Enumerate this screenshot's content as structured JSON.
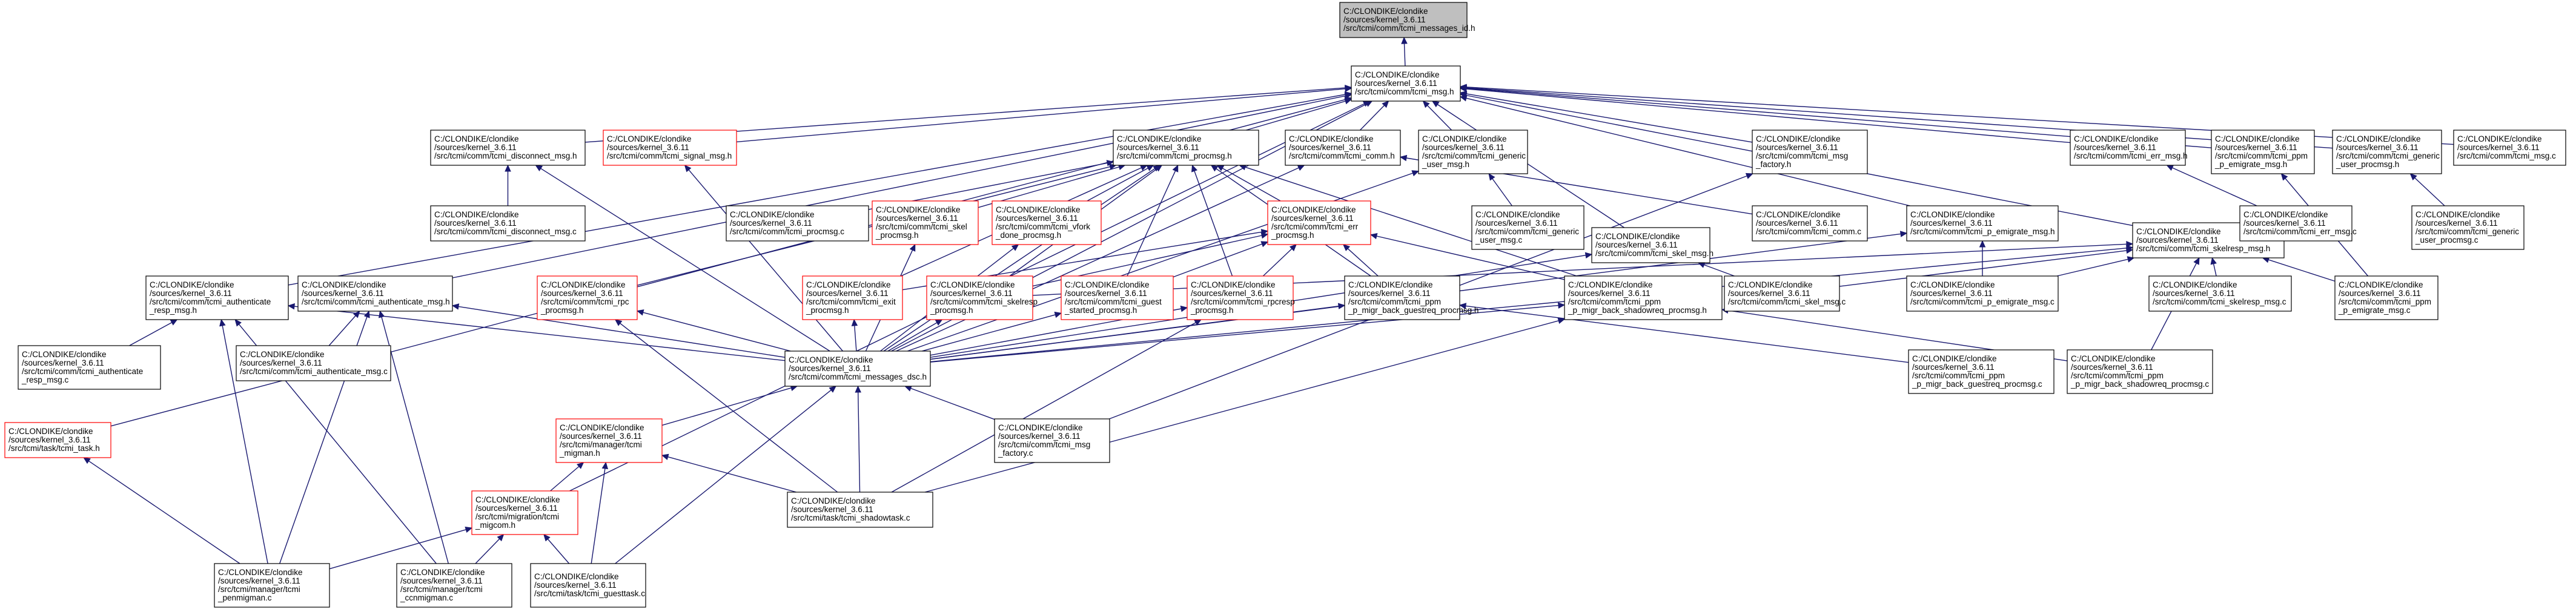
{
  "colors": {
    "edge": "#191970",
    "node_border": "#000000",
    "node_border_incomplete": "#ff0000",
    "root_fill": "#bfbfbf",
    "node_fill": "#ffffff"
  },
  "nodes": [
    {
      "id": "n0",
      "lines": [
        "C:/CLONDIKE/clondike",
        "/sources/kernel_3.6.11",
        "/src/tcmi/comm/tcmi_messages_id.h"
      ],
      "style": "root"
    },
    {
      "id": "n1",
      "lines": [
        "C:/CLONDIKE/clondike",
        "/sources/kernel_3.6.11",
        "/src/tcmi/comm/tcmi_msg.h"
      ],
      "style": "normal"
    },
    {
      "id": "n2",
      "lines": [
        "C:/CLONDIKE/clondike",
        "/sources/kernel_3.6.11",
        "/src/tcmi/comm/tcmi_disconnect_msg.h"
      ],
      "style": "normal"
    },
    {
      "id": "n3",
      "lines": [
        "C:/CLONDIKE/clondike",
        "/sources/kernel_3.6.11",
        "/src/tcmi/comm/tcmi_signal_msg.h"
      ],
      "style": "red"
    },
    {
      "id": "n4",
      "lines": [
        "C:/CLONDIKE/clondike",
        "/sources/kernel_3.6.11",
        "/src/tcmi/comm/tcmi_procmsg.h"
      ],
      "style": "normal"
    },
    {
      "id": "n5",
      "lines": [
        "C:/CLONDIKE/clondike",
        "/sources/kernel_3.6.11",
        "/src/tcmi/comm/tcmi_comm.h"
      ],
      "style": "normal"
    },
    {
      "id": "n6",
      "lines": [
        "C:/CLONDIKE/clondike",
        "/sources/kernel_3.6.11",
        "/src/tcmi/comm/tcmi_generic",
        "_user_msg.h"
      ],
      "style": "normal"
    },
    {
      "id": "n7",
      "lines": [
        "C:/CLONDIKE/clondike",
        "/sources/kernel_3.6.11",
        "/src/tcmi/comm/tcmi_msg",
        "_factory.h"
      ],
      "style": "normal"
    },
    {
      "id": "n8",
      "lines": [
        "C:/CLONDIKE/clondike",
        "/sources/kernel_3.6.11",
        "/src/tcmi/comm/tcmi_err_msg.h"
      ],
      "style": "normal"
    },
    {
      "id": "n9",
      "lines": [
        "C:/CLONDIKE/clondike",
        "/sources/kernel_3.6.11",
        "/src/tcmi/comm/tcmi_ppm",
        "_p_emigrate_msg.h"
      ],
      "style": "normal"
    },
    {
      "id": "n10",
      "lines": [
        "C:/CLONDIKE/clondike",
        "/sources/kernel_3.6.11",
        "/src/tcmi/comm/tcmi_generic",
        "_user_procmsg.h"
      ],
      "style": "normal"
    },
    {
      "id": "n11",
      "lines": [
        "C:/CLONDIKE/clondike",
        "/sources/kernel_3.6.11",
        "/src/tcmi/comm/tcmi_msg.c"
      ],
      "style": "normal"
    },
    {
      "id": "n12",
      "lines": [
        "C:/CLONDIKE/clondike",
        "/sources/kernel_3.6.11",
        "/src/tcmi/comm/tcmi_disconnect_msg.c"
      ],
      "style": "normal"
    },
    {
      "id": "n13",
      "lines": [
        "C:/CLONDIKE/clondike",
        "/sources/kernel_3.6.11",
        "/src/tcmi/comm/tcmi_procmsg.c"
      ],
      "style": "normal"
    },
    {
      "id": "n14",
      "lines": [
        "C:/CLONDIKE/clondike",
        "/sources/kernel_3.6.11",
        "/src/tcmi/comm/tcmi_skel",
        "_procmsg.h"
      ],
      "style": "red"
    },
    {
      "id": "n15",
      "lines": [
        "C:/CLONDIKE/clondike",
        "/sources/kernel_3.6.11",
        "/src/tcmi/comm/tcmi_vfork",
        "_done_procmsg.h"
      ],
      "style": "red"
    },
    {
      "id": "n16",
      "lines": [
        "C:/CLONDIKE/clondike",
        "/sources/kernel_3.6.11",
        "/src/tcmi/comm/tcmi_err",
        "_procmsg.h"
      ],
      "style": "red"
    },
    {
      "id": "n17",
      "lines": [
        "C:/CLONDIKE/clondike",
        "/sources/kernel_3.6.11",
        "/src/tcmi/comm/tcmi_generic",
        "_user_msg.c"
      ],
      "style": "normal"
    },
    {
      "id": "n18",
      "lines": [
        "C:/CLONDIKE/clondike",
        "/sources/kernel_3.6.11",
        "/src/tcmi/comm/tcmi_skel_msg.h"
      ],
      "style": "normal"
    },
    {
      "id": "n19",
      "lines": [
        "C:/CLONDIKE/clondike",
        "/sources/kernel_3.6.11",
        "/src/tcmi/comm/tcmi_comm.c"
      ],
      "style": "normal"
    },
    {
      "id": "n20",
      "lines": [
        "C:/CLONDIKE/clondike",
        "/sources/kernel_3.6.11",
        "/src/tcmi/comm/tcmi_p_emigrate_msg.h"
      ],
      "style": "normal"
    },
    {
      "id": "n21",
      "lines": [
        "C:/CLONDIKE/clondike",
        "/sources/kernel_3.6.11",
        "/src/tcmi/comm/tcmi_skelresp_msg.h"
      ],
      "style": "normal"
    },
    {
      "id": "n22",
      "lines": [
        "C:/CLONDIKE/clondike",
        "/sources/kernel_3.6.11",
        "/src/tcmi/comm/tcmi_err_msg.c"
      ],
      "style": "normal"
    },
    {
      "id": "n23",
      "lines": [
        "C:/CLONDIKE/clondike",
        "/sources/kernel_3.6.11",
        "/src/tcmi/comm/tcmi_generic",
        "_user_procmsg.c"
      ],
      "style": "normal"
    },
    {
      "id": "n24",
      "lines": [
        "C:/CLONDIKE/clondike",
        "/sources/kernel_3.6.11",
        "/src/tcmi/comm/tcmi_authenticate",
        "_resp_msg.h"
      ],
      "style": "normal"
    },
    {
      "id": "n25",
      "lines": [
        "C:/CLONDIKE/clondike",
        "/sources/kernel_3.6.11",
        "/src/tcmi/comm/tcmi_authenticate_msg.h"
      ],
      "style": "normal"
    },
    {
      "id": "n26",
      "lines": [
        "C:/CLONDIKE/clondike",
        "/sources/kernel_3.6.11",
        "/src/tcmi/comm/tcmi_rpc",
        "_procmsg.h"
      ],
      "style": "red"
    },
    {
      "id": "n27",
      "lines": [
        "C:/CLONDIKE/clondike",
        "/sources/kernel_3.6.11",
        "/src/tcmi/comm/tcmi_exit",
        "_procmsg.h"
      ],
      "style": "red"
    },
    {
      "id": "n28",
      "lines": [
        "C:/CLONDIKE/clondike",
        "/sources/kernel_3.6.11",
        "/src/tcmi/comm/tcmi_skelresp",
        "_procmsg.h"
      ],
      "style": "red"
    },
    {
      "id": "n29",
      "lines": [
        "C:/CLONDIKE/clondike",
        "/sources/kernel_3.6.11",
        "/src/tcmi/comm/tcmi_guest",
        "_started_procmsg.h"
      ],
      "style": "red"
    },
    {
      "id": "n30",
      "lines": [
        "C:/CLONDIKE/clondike",
        "/sources/kernel_3.6.11",
        "/src/tcmi/comm/tcmi_rpcresp",
        "_procmsg.h"
      ],
      "style": "red"
    },
    {
      "id": "n31",
      "lines": [
        "C:/CLONDIKE/clondike",
        "/sources/kernel_3.6.11",
        "/src/tcmi/comm/tcmi_ppm",
        "_p_migr_back_guestreq_procmsg.h"
      ],
      "style": "normal"
    },
    {
      "id": "n32",
      "lines": [
        "C:/CLONDIKE/clondike",
        "/sources/kernel_3.6.11",
        "/src/tcmi/comm/tcmi_ppm",
        "_p_migr_back_shadowreq_procmsg.h"
      ],
      "style": "normal"
    },
    {
      "id": "n33",
      "lines": [
        "C:/CLONDIKE/clondike",
        "/sources/kernel_3.6.11",
        "/src/tcmi/comm/tcmi_skel_msg.c"
      ],
      "style": "normal"
    },
    {
      "id": "n34",
      "lines": [
        "C:/CLONDIKE/clondike",
        "/sources/kernel_3.6.11",
        "/src/tcmi/comm/tcmi_p_emigrate_msg.c"
      ],
      "style": "normal"
    },
    {
      "id": "n35",
      "lines": [
        "C:/CLONDIKE/clondike",
        "/sources/kernel_3.6.11",
        "/src/tcmi/comm/tcmi_skelresp_msg.c"
      ],
      "style": "normal"
    },
    {
      "id": "n36",
      "lines": [
        "C:/CLONDIKE/clondike",
        "/sources/kernel_3.6.11",
        "/src/tcmi/comm/tcmi_ppm",
        "_p_emigrate_msg.c"
      ],
      "style": "normal"
    },
    {
      "id": "n37",
      "lines": [
        "C:/CLONDIKE/clondike",
        "/sources/kernel_3.6.11",
        "/src/tcmi/comm/tcmi_authenticate",
        "_resp_msg.c"
      ],
      "style": "normal"
    },
    {
      "id": "n38",
      "lines": [
        "C:/CLONDIKE/clondike",
        "/sources/kernel_3.6.11",
        "/src/tcmi/comm/tcmi_authenticate_msg.c"
      ],
      "style": "normal"
    },
    {
      "id": "n39",
      "lines": [
        "C:/CLONDIKE/clondike",
        "/sources/kernel_3.6.11",
        "/src/tcmi/comm/tcmi_messages_dsc.h"
      ],
      "style": "normal"
    },
    {
      "id": "n40",
      "lines": [
        "C:/CLONDIKE/clondike",
        "/sources/kernel_3.6.11",
        "/src/tcmi/comm/tcmi_ppm",
        "_p_migr_back_guestreq_procmsg.c"
      ],
      "style": "normal"
    },
    {
      "id": "n41",
      "lines": [
        "C:/CLONDIKE/clondike",
        "/sources/kernel_3.6.11",
        "/src/tcmi/comm/tcmi_ppm",
        "_p_migr_back_shadowreq_procmsg.c"
      ],
      "style": "normal"
    },
    {
      "id": "n42",
      "lines": [
        "C:/CLONDIKE/clondike",
        "/sources/kernel_3.6.11",
        "/src/tcmi/task/tcmi_task.h"
      ],
      "style": "red"
    },
    {
      "id": "n43",
      "lines": [
        "C:/CLONDIKE/clondike",
        "/sources/kernel_3.6.11",
        "/src/tcmi/manager/tcmi",
        "_migman.h"
      ],
      "style": "red"
    },
    {
      "id": "n44",
      "lines": [
        "C:/CLONDIKE/clondike",
        "/sources/kernel_3.6.11",
        "/src/tcmi/comm/tcmi_msg",
        "_factory.c"
      ],
      "style": "normal"
    },
    {
      "id": "n45",
      "lines": [
        "C:/CLONDIKE/clondike",
        "/sources/kernel_3.6.11",
        "/src/tcmi/migration/tcmi",
        "_migcom.h"
      ],
      "style": "red"
    },
    {
      "id": "n46",
      "lines": [
        "C:/CLONDIKE/clondike",
        "/sources/kernel_3.6.11",
        "/src/tcmi/task/tcmi_shadowtask.c"
      ],
      "style": "normal"
    },
    {
      "id": "n47",
      "lines": [
        "C:/CLONDIKE/clondike",
        "/sources/kernel_3.6.11",
        "/src/tcmi/manager/tcmi",
        "_penmigman.c"
      ],
      "style": "normal"
    },
    {
      "id": "n48",
      "lines": [
        "C:/CLONDIKE/clondike",
        "/sources/kernel_3.6.11",
        "/src/tcmi/manager/tcmi",
        "_ccnmigman.c"
      ],
      "style": "normal"
    },
    {
      "id": "n49",
      "lines": [
        "C:/CLONDIKE/clondike",
        "/sources/kernel_3.6.11",
        "/src/tcmi/task/tcmi_guesttask.c"
      ],
      "style": "normal"
    }
  ],
  "edges": [
    [
      "n1",
      "n0"
    ],
    [
      "n2",
      "n1"
    ],
    [
      "n3",
      "n1"
    ],
    [
      "n4",
      "n1"
    ],
    [
      "n5",
      "n1"
    ],
    [
      "n6",
      "n1"
    ],
    [
      "n7",
      "n1"
    ],
    [
      "n8",
      "n1"
    ],
    [
      "n9",
      "n1"
    ],
    [
      "n10",
      "n1"
    ],
    [
      "n11",
      "n1"
    ],
    [
      "n18",
      "n1"
    ],
    [
      "n20",
      "n1"
    ],
    [
      "n21",
      "n1"
    ],
    [
      "n24",
      "n1"
    ],
    [
      "n25",
      "n1"
    ],
    [
      "n39",
      "n1"
    ],
    [
      "n42",
      "n1"
    ],
    [
      "n45",
      "n1"
    ],
    [
      "n12",
      "n2"
    ],
    [
      "n39",
      "n2"
    ],
    [
      "n39",
      "n3"
    ],
    [
      "n13",
      "n4"
    ],
    [
      "n14",
      "n4"
    ],
    [
      "n15",
      "n4"
    ],
    [
      "n16",
      "n4"
    ],
    [
      "n26",
      "n4"
    ],
    [
      "n27",
      "n4"
    ],
    [
      "n28",
      "n4"
    ],
    [
      "n29",
      "n4"
    ],
    [
      "n30",
      "n4"
    ],
    [
      "n31",
      "n4"
    ],
    [
      "n32",
      "n4"
    ],
    [
      "n39",
      "n4"
    ],
    [
      "n19",
      "n5"
    ],
    [
      "n39",
      "n5"
    ],
    [
      "n17",
      "n6"
    ],
    [
      "n39",
      "n6"
    ],
    [
      "n44",
      "n7"
    ],
    [
      "n22",
      "n8"
    ],
    [
      "n36",
      "n9"
    ],
    [
      "n23",
      "n10"
    ],
    [
      "n33",
      "n18"
    ],
    [
      "n39",
      "n18"
    ],
    [
      "n34",
      "n20"
    ],
    [
      "n39",
      "n20"
    ],
    [
      "n35",
      "n21"
    ],
    [
      "n39",
      "n21"
    ],
    [
      "n28",
      "n21"
    ],
    [
      "n33",
      "n21"
    ],
    [
      "n34",
      "n21"
    ],
    [
      "n36",
      "n21"
    ],
    [
      "n41",
      "n21"
    ],
    [
      "n37",
      "n24"
    ],
    [
      "n39",
      "n24"
    ],
    [
      "n47",
      "n24"
    ],
    [
      "n48",
      "n24"
    ],
    [
      "n38",
      "n25"
    ],
    [
      "n39",
      "n25"
    ],
    [
      "n47",
      "n25"
    ],
    [
      "n48",
      "n25"
    ],
    [
      "n27",
      "n16"
    ],
    [
      "n28",
      "n16"
    ],
    [
      "n29",
      "n16"
    ],
    [
      "n30",
      "n16"
    ],
    [
      "n31",
      "n16"
    ],
    [
      "n32",
      "n16"
    ],
    [
      "n39",
      "n14"
    ],
    [
      "n39",
      "n15"
    ],
    [
      "n39",
      "n26"
    ],
    [
      "n39",
      "n27"
    ],
    [
      "n39",
      "n28"
    ],
    [
      "n39",
      "n29"
    ],
    [
      "n39",
      "n30"
    ],
    [
      "n39",
      "n31"
    ],
    [
      "n39",
      "n32"
    ],
    [
      "n40",
      "n31"
    ],
    [
      "n41",
      "n32"
    ],
    [
      "n46",
      "n26"
    ],
    [
      "n46",
      "n32"
    ],
    [
      "n46",
      "n30"
    ],
    [
      "n43",
      "n39"
    ],
    [
      "n44",
      "n39"
    ],
    [
      "n46",
      "n39"
    ],
    [
      "n49",
      "n39"
    ],
    [
      "n45",
      "n43"
    ],
    [
      "n46",
      "n43"
    ],
    [
      "n49",
      "n43"
    ],
    [
      "n47",
      "n45"
    ],
    [
      "n48",
      "n45"
    ],
    [
      "n49",
      "n45"
    ],
    [
      "n47",
      "n42"
    ]
  ]
}
